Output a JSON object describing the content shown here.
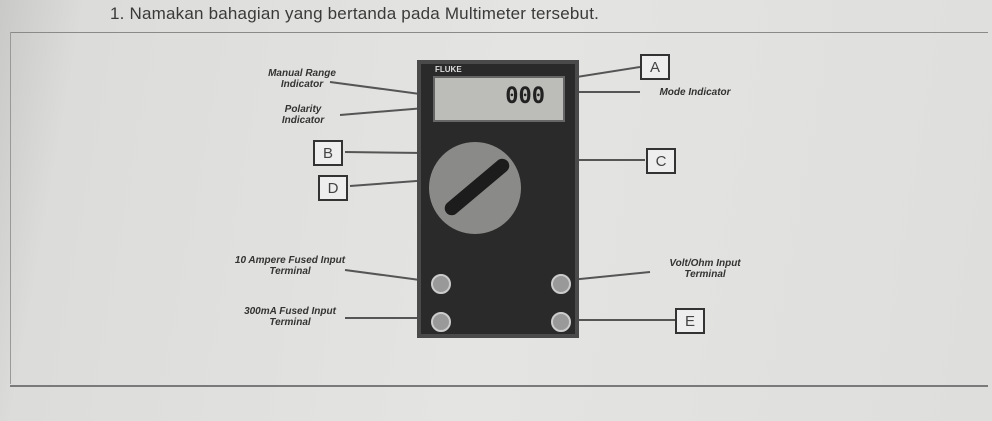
{
  "question": "1. Namakan bahagian yang bertanda pada Multimeter tersebut.",
  "labels": {
    "manual_range": "Manual Range Indicator",
    "polarity": "Polarity Indicator",
    "mode": "Mode Indicator",
    "ampere": "10 Ampere Fused Input Terminal",
    "milliamp": "300mA Fused Input Terminal",
    "volt_ohm": "Volt/Ohm Input Terminal"
  },
  "markers": [
    "A",
    "B",
    "C",
    "D",
    "E"
  ],
  "meter": {
    "brand": "FLUKE",
    "display": "000"
  }
}
